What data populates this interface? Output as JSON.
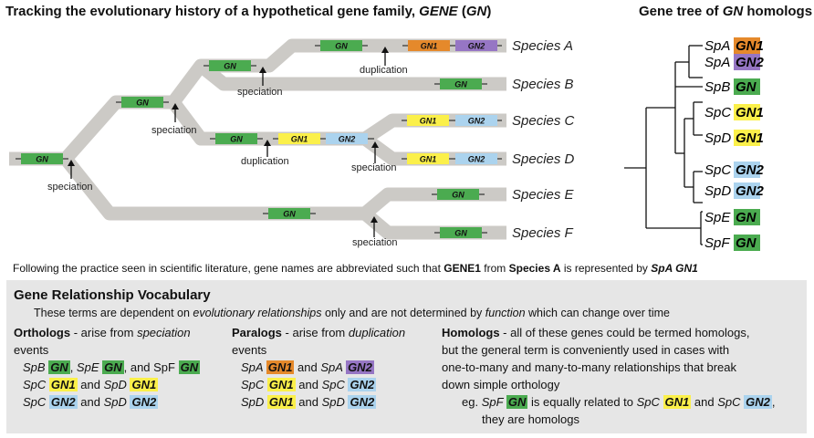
{
  "title": {
    "text": "Tracking the evolutionary history of a hypothetical gene family, ",
    "italic_gene": "GENE",
    "mid": " (",
    "italic_abbr": "GN",
    "end": ")"
  },
  "tree_title": {
    "prefix": "Gene tree of ",
    "gene": "GN",
    "suffix": " homologs"
  },
  "colors": {
    "GN": "#4bab50",
    "GN1_orange": "#e5892b",
    "GN2_purple": "#9676c4",
    "GN1_yellow": "#fbf04a",
    "GN2_blue": "#abd3ee",
    "branch": "#cccac6"
  },
  "species": [
    "Species A",
    "Species B",
    "Species C",
    "Species D",
    "Species E",
    "Species F"
  ],
  "events": {
    "speciation": "speciation",
    "duplication": "duplication"
  },
  "genes": {
    "GN": "GN",
    "GN1": "GN1",
    "GN2": "GN2"
  },
  "gene_tree": {
    "leaves": [
      {
        "sp": "SpA",
        "gene": "GN1",
        "color": "#e5892b"
      },
      {
        "sp": "SpA",
        "gene": "GN2",
        "color": "#9676c4"
      },
      {
        "sp": "SpB",
        "gene": "GN",
        "color": "#4bab50"
      },
      {
        "sp": "SpC",
        "gene": "GN1",
        "color": "#fbf04a"
      },
      {
        "sp": "SpD",
        "gene": "GN1",
        "color": "#fbf04a"
      },
      {
        "sp": "SpC",
        "gene": "GN2",
        "color": "#abd3ee"
      },
      {
        "sp": "SpD",
        "gene": "GN2",
        "color": "#abd3ee"
      },
      {
        "sp": "SpE",
        "gene": "GN",
        "color": "#4bab50"
      },
      {
        "sp": "SpF",
        "gene": "GN",
        "color": "#4bab50"
      }
    ]
  },
  "note": {
    "pre": "Following the practice seen in scientific literature, gene names are abbreviated such that ",
    "gene": "GENE1",
    "mid1": " from ",
    "species": "Species A",
    "mid2": "  is represented by ",
    "abbr": "SpA GN1"
  },
  "vocab": {
    "title": "Gene Relationship Vocabulary",
    "desc": {
      "pre": "These terms are dependent on ",
      "em1": "evolutionary relationships",
      "mid": " only and are not determined by ",
      "em2": "function",
      "post": " which can change over time"
    },
    "orthologs": {
      "term": "Orthologs",
      "def_pre": " - arise from ",
      "def_em": "speciation",
      "def_post": "events",
      "rows": [
        {
          "a": "SpB",
          "ag": "GN",
          "ac": "#4bab50",
          "sep1": ", ",
          "b": "SpE",
          "bg": "GN",
          "bc": "#4bab50",
          "sep2": ", and SpF ",
          "cg": "GN",
          "cc": "#4bab50"
        },
        {
          "a": "SpC",
          "ag": "GN1",
          "ac": "#fbf04a",
          "sep1": " and ",
          "b": "SpD",
          "bg": "GN1",
          "bc": "#fbf04a"
        },
        {
          "a": "SpC",
          "ag": "GN2",
          "ac": "#abd3ee",
          "sep1": " and ",
          "b": "SpD",
          "bg": "GN2",
          "bc": "#abd3ee"
        }
      ]
    },
    "paralogs": {
      "term": "Paralogs",
      "def_pre": " - arise from ",
      "def_em": "duplication",
      "def_post": "events",
      "rows": [
        {
          "a": "SpA",
          "ag": "GN1",
          "ac": "#e5892b",
          "sep1": " and ",
          "b": "SpA",
          "bg": "GN2",
          "bc": "#9676c4"
        },
        {
          "a": "SpC",
          "ag": "GN1",
          "ac": "#fbf04a",
          "sep1": " and ",
          "b": "SpC",
          "bg": "GN2",
          "bc": "#abd3ee"
        },
        {
          "a": "SpD",
          "ag": "GN1",
          "ac": "#fbf04a",
          "sep1": " and ",
          "b": "SpD",
          "bg": "GN2",
          "bc": "#abd3ee"
        }
      ]
    },
    "homologs": {
      "term": "Homologs",
      "def": " - all of these genes could be termed homologs,",
      "lines": [
        "but the general term is conveniently used in cases with",
        "one-to-many and many-to-many relationships that break",
        "down simple orthology"
      ],
      "eg": {
        "pre": "eg. ",
        "a": "SpF",
        "ag": "GN",
        "ac": "#4bab50",
        "mid": " is equally related to ",
        "b": "SpC",
        "bg": "GN1",
        "bc": "#fbf04a",
        "and": " and ",
        "c": "SpC",
        "cg": "GN2",
        "cc": "#abd3ee",
        "post": ",",
        "line2": "they are homologs"
      }
    }
  }
}
